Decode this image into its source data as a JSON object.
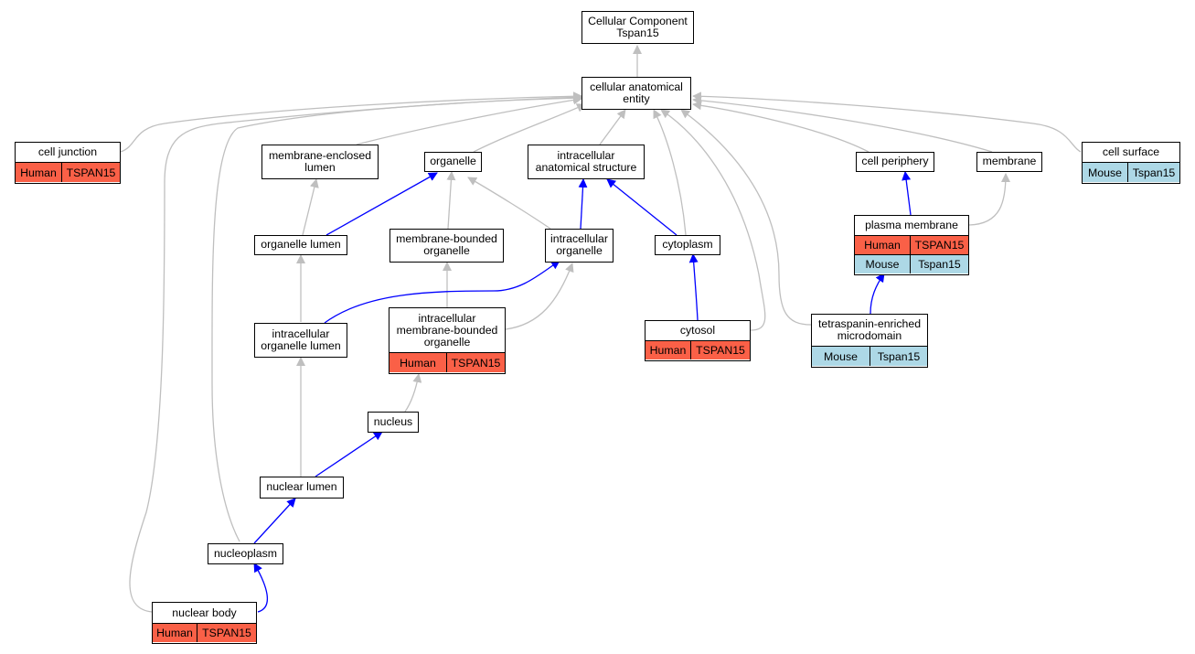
{
  "colors": {
    "human": "#fa6047",
    "mouse": "#add8e6",
    "edge_gray": "#bfbfbf",
    "edge_blue": "#0000ff"
  },
  "nodes": {
    "root": {
      "label": "Cellular Component\nTspan15"
    },
    "cae": {
      "label": "cellular anatomical\nentity"
    },
    "cj": {
      "label": "cell junction",
      "species": "Human",
      "gene": "TSPAN15"
    },
    "mel": {
      "label": "membrane-enclosed\nlumen"
    },
    "org": {
      "label": "organelle"
    },
    "ias": {
      "label": "intracellular\nanatomical structure"
    },
    "cp": {
      "label": "cell periphery"
    },
    "mem": {
      "label": "membrane"
    },
    "cs": {
      "label": "cell surface",
      "species": "Mouse",
      "gene": "Tspan15"
    },
    "ol": {
      "label": "organelle lumen"
    },
    "mbo": {
      "label": "membrane-bounded\norganelle"
    },
    "io": {
      "label": "intracellular\norganelle"
    },
    "cyto": {
      "label": "cytoplasm"
    },
    "pm": {
      "label": "plasma membrane",
      "rows": [
        {
          "species": "Human",
          "gene": "TSPAN15"
        },
        {
          "species": "Mouse",
          "gene": "Tspan15"
        }
      ]
    },
    "iol": {
      "label": "intracellular\norganelle lumen"
    },
    "imbo": {
      "label": "intracellular\nmembrane-bounded\norganelle",
      "species": "Human",
      "gene": "TSPAN15"
    },
    "cytosol": {
      "label": "cytosol",
      "species": "Human",
      "gene": "TSPAN15"
    },
    "tem": {
      "label": "tetraspanin-enriched\nmicrodomain",
      "species": "Mouse",
      "gene": "Tspan15"
    },
    "nucleus": {
      "label": "nucleus"
    },
    "nl": {
      "label": "nuclear lumen"
    },
    "np": {
      "label": "nucleoplasm"
    },
    "nb": {
      "label": "nuclear body",
      "species": "Human",
      "gene": "TSPAN15"
    }
  }
}
